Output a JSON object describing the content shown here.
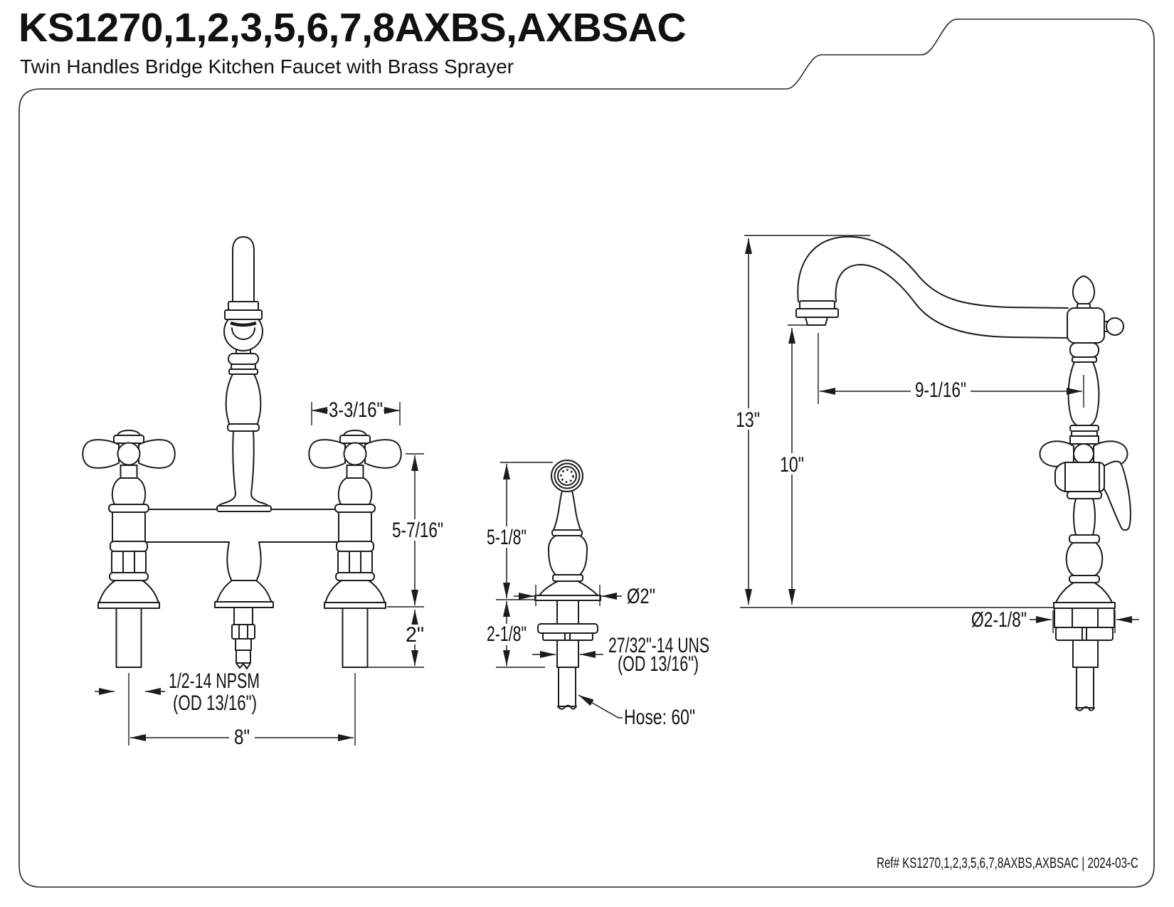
{
  "header": {
    "title": "KS1270,1,2,3,5,6,7,8AXBS,AXBSAC",
    "subtitle": "Twin Handles Bridge Kitchen Faucet with Brass Sprayer"
  },
  "footer": {
    "reference": "Ref# KS1270,1,2,3,5,6,7,8AXBS,AXBSAC | 2024-03-C"
  },
  "drawing": {
    "line_color": "#1c1c1c",
    "background": "#ffffff",
    "views": [
      "front view of bridge faucet",
      "side sprayer",
      "side view of faucet"
    ]
  },
  "front_view": {
    "dim_handle_width": "3-3/16\"",
    "dim_height_above_deck": "5-7/16\"",
    "dim_shank_length": "2\"",
    "thread_spec_line1": "1/2-14 NPSM",
    "thread_spec_line2": "(OD 13/16\")",
    "dim_center_spacing": "8\""
  },
  "sprayer_view": {
    "dim_height": "5-1/8\"",
    "dim_base_diameter": "Ø2\"",
    "dim_below_deck": "2-1/8\"",
    "thread_spec_line1": "27/32\"-14 UNS",
    "thread_spec_line2": "(OD 13/16\")",
    "hose_label": "Hose: 60\""
  },
  "side_view": {
    "dim_overall_height": "13\"",
    "dim_spout_height": "10\"",
    "dim_spout_reach": "9-1/16\"",
    "dim_base_diameter": "Ø2-1/8\""
  }
}
